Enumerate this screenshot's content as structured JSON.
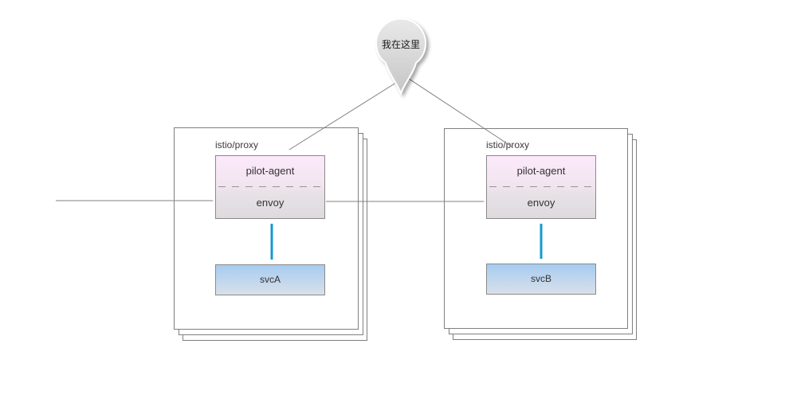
{
  "balloon": {
    "label": "我在这里"
  },
  "groups": [
    {
      "container_label": "istio/proxy",
      "agent_label": "pilot-agent",
      "proxy_label": "envoy",
      "service_label": "svcA"
    },
    {
      "container_label": "istio/proxy",
      "agent_label": "pilot-agent",
      "proxy_label": "envoy",
      "service_label": "svcB"
    }
  ],
  "colors": {
    "line_gray": "#808080",
    "arrow_blue": "#1699ce",
    "agent_box_top": "#fce9fa",
    "agent_box_bottom": "#dedade",
    "service_box_top": "#a6ccf0",
    "service_box_bottom": "#d9e0e9",
    "balloon_fill": "#d4d4d4",
    "border_gray": "#7f7f7f"
  }
}
